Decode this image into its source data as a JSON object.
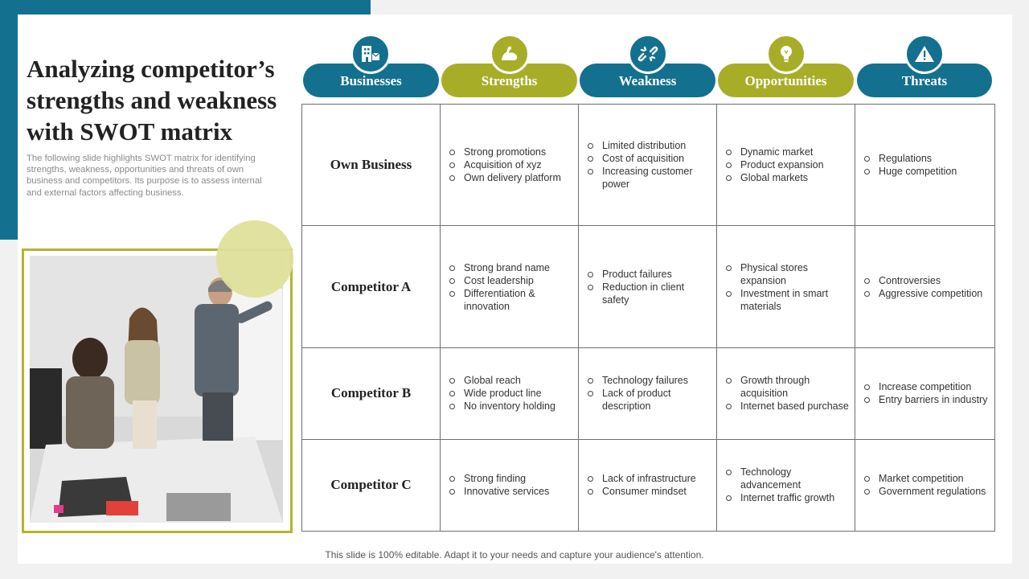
{
  "title": "Analyzing competitor’s strengths and weakness with SWOT matrix",
  "description": "The following slide highlights SWOT matrix for identifying strengths, weakness, opportunities and threats of own business and competitors. Its purpose is to assess internal and external factors affecting business.",
  "headers": [
    {
      "label": "Businesses",
      "icon": "building-icon",
      "color": "#13708f"
    },
    {
      "label": "Strengths",
      "icon": "flexed-arm-icon",
      "color": "#a8ad28"
    },
    {
      "label": "Weakness",
      "icon": "broken-link-icon",
      "color": "#13708f"
    },
    {
      "label": "Opportunities",
      "icon": "lightbulb-icon",
      "color": "#a8ad28"
    },
    {
      "label": "Threats",
      "icon": "warning-icon",
      "color": "#13708f"
    }
  ],
  "rows": [
    {
      "name": "Own Business",
      "strengths": [
        "Strong promotions",
        "Acquisition of xyz",
        "Own delivery platform"
      ],
      "weakness": [
        "Limited distribution",
        "Cost of acquisition",
        "Increasing customer power"
      ],
      "opportunities": [
        "Dynamic market",
        "Product expansion",
        "Global markets"
      ],
      "threats": [
        "Regulations",
        "Huge competition"
      ]
    },
    {
      "name": "Competitor A",
      "strengths": [
        "Strong brand name",
        "Cost leadership",
        "Differentiation & innovation"
      ],
      "weakness": [
        "Product failures",
        "Reduction in client safety"
      ],
      "opportunities": [
        "Physical stores expansion",
        "Investment in smart materials"
      ],
      "threats": [
        "Controversies",
        "Aggressive competition"
      ]
    },
    {
      "name": "Competitor B",
      "strengths": [
        "Global reach",
        "Wide product line",
        "No inventory holding"
      ],
      "weakness": [
        "Technology failures",
        "Lack of product description"
      ],
      "opportunities": [
        "Growth through acquisition",
        "Internet based purchase"
      ],
      "threats": [
        "Increase competition",
        "Entry barriers in industry"
      ]
    },
    {
      "name": "Competitor C",
      "strengths": [
        "Strong finding",
        "Innovative services"
      ],
      "weakness": [
        "Lack of infrastructure",
        "Consumer mindset"
      ],
      "opportunities": [
        "Technology advancement",
        "Internet traffic growth"
      ],
      "threats": [
        "Market competition",
        "Government regulations"
      ]
    }
  ],
  "footer": "This slide is 100% editable. Adapt it to your needs and capture your audience's attention."
}
